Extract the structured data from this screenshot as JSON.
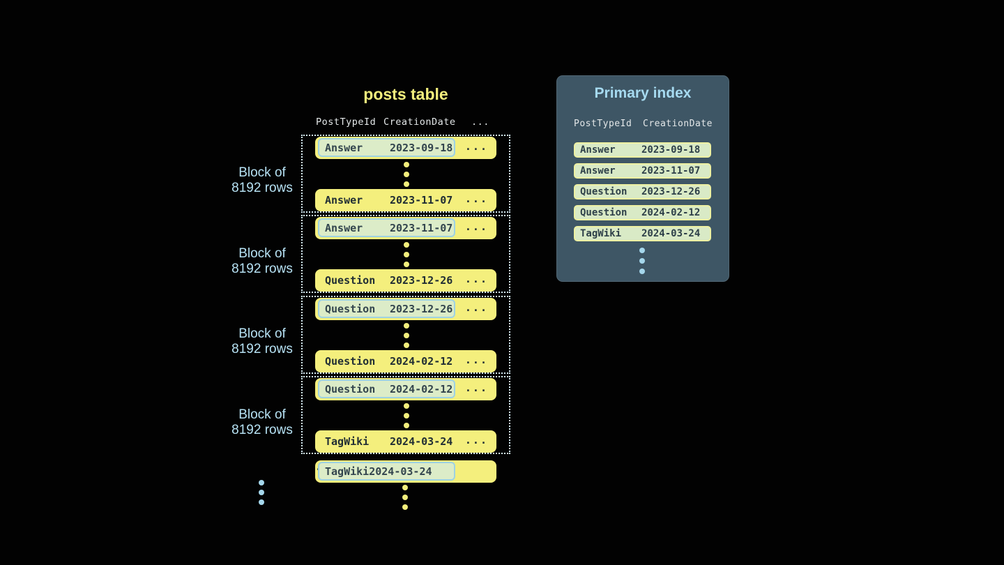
{
  "posts_table": {
    "title": "posts table",
    "columns": [
      "PostTypeId",
      "CreationDate",
      "..."
    ],
    "ellipsis": "...",
    "block_label": {
      "line1": "Block of",
      "line2": "8192 rows"
    },
    "blocks": [
      {
        "first_row": {
          "type": "Answer",
          "date": "2023-09-18"
        },
        "last_row": {
          "type": "Answer",
          "date": "2023-11-07"
        }
      },
      {
        "first_row": {
          "type": "Answer",
          "date": "2023-11-07"
        },
        "last_row": {
          "type": "Question",
          "date": "2023-12-26"
        }
      },
      {
        "first_row": {
          "type": "Question",
          "date": "2023-12-26"
        },
        "last_row": {
          "type": "Question",
          "date": "2024-02-12"
        }
      },
      {
        "first_row": {
          "type": "Question",
          "date": "2024-02-12"
        },
        "last_row": {
          "type": "TagWiki",
          "date": "2024-03-24"
        }
      }
    ],
    "overflow_row": {
      "type": "TagWiki",
      "date": "2024-03-24"
    }
  },
  "primary_index": {
    "title": "Primary index",
    "columns": [
      "PostTypeId",
      "CreationDate"
    ],
    "rows": [
      {
        "type": "Answer",
        "date": "2023-09-18"
      },
      {
        "type": "Answer",
        "date": "2023-11-07"
      },
      {
        "type": "Question",
        "date": "2023-12-26"
      },
      {
        "type": "Question",
        "date": "2024-02-12"
      },
      {
        "type": "TagWiki",
        "date": "2024-03-24"
      }
    ]
  },
  "colors": {
    "background": "#020202",
    "row_yellow": "#f4ef7d",
    "title_yellow": "#f3ef7d",
    "highlight_green": "#dcecc8",
    "highlight_border_blue": "#9ed2e2",
    "index_row_green": "#d9eac6",
    "index_row_border_yellow": "#edf0a2",
    "panel_background": "#3e5665",
    "accent_light_blue": "#a6daf0",
    "block_label_blue": "#b6e1f3",
    "dark_text": "#2e4049",
    "dotted_border": "#d6ecf5"
  }
}
